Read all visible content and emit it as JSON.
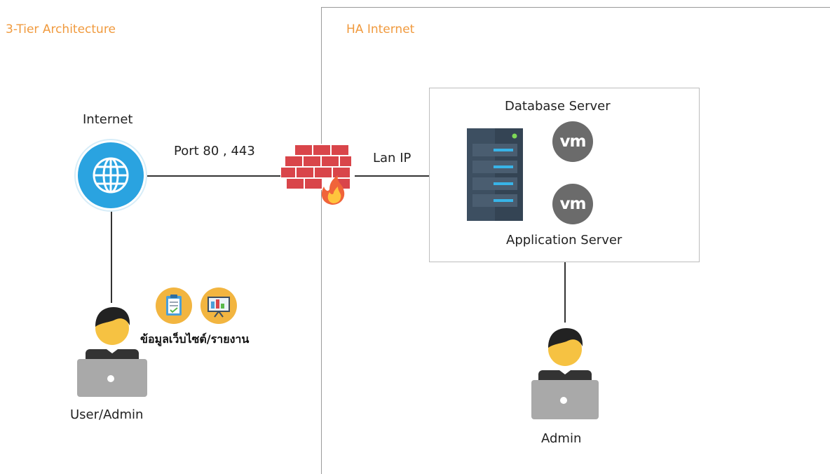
{
  "left_zone": {
    "title": "3-Tier Architecture"
  },
  "right_zone": {
    "title": "HA Internet"
  },
  "internet": {
    "label": "Internet",
    "icon": "globe-icon"
  },
  "links": {
    "port_label": "Port 80 , 443",
    "lan_label": "Lan IP"
  },
  "firewall": {
    "icon": "firewall-icon"
  },
  "server_box": {
    "top_label": "Database Server",
    "bottom_label": "Application Server",
    "vm_badge_text": "vm"
  },
  "user_admin": {
    "label": "User/Admin",
    "data_label": "ข้อมูลเว็บไซต์/รายงาน"
  },
  "admin": {
    "label": "Admin"
  },
  "colors": {
    "section_title": "#f09a3e",
    "globe": "#2aa3e0",
    "firewall": "#d9454a",
    "server_body": "#3d4f61",
    "badge_bg": "#f2b540",
    "vm_badge": "#6b6b6b",
    "laptop": "#a9a9a9",
    "skin": "#f6c242"
  }
}
